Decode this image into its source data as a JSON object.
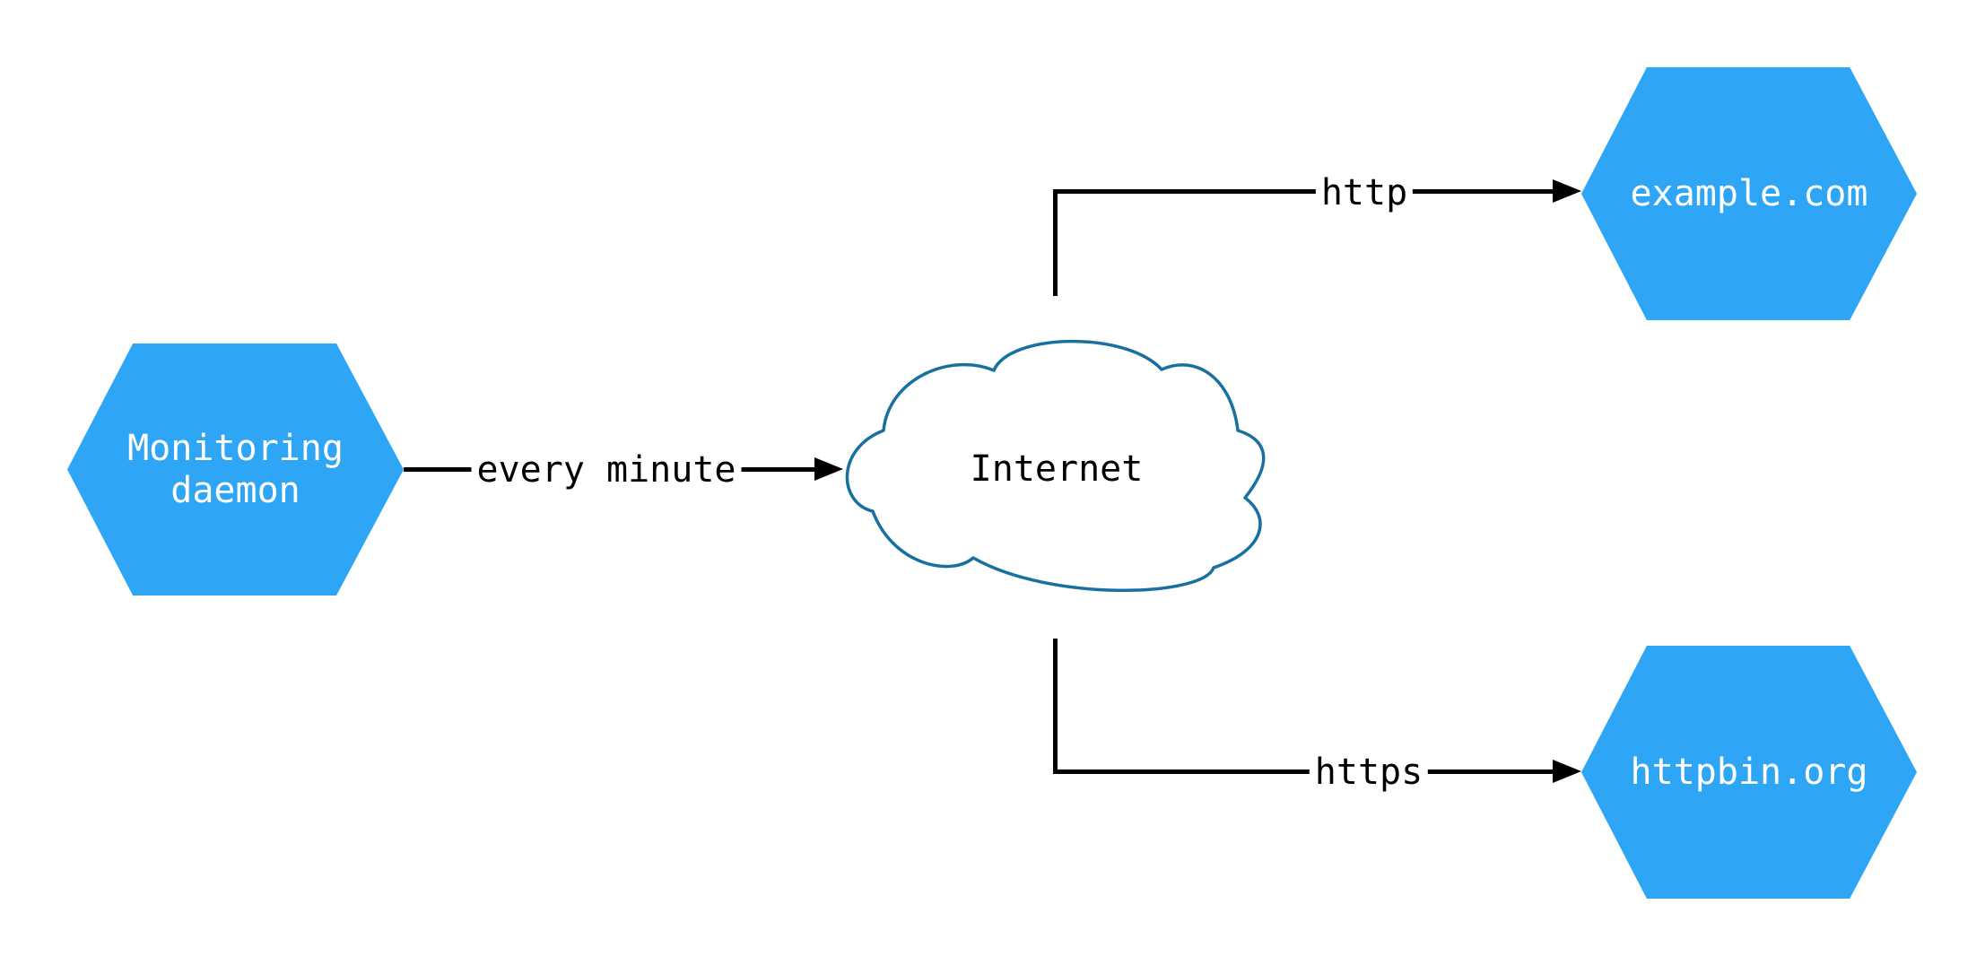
{
  "diagram": {
    "type": "network-flow-diagram",
    "colors": {
      "background": "#FFFFFF",
      "node_fill": "#2FA5F5",
      "node_text": "#FFFFFF",
      "cloud_stroke": "#17709F",
      "edge_color": "#000000",
      "edge_label_text": "#000000"
    },
    "nodes": {
      "monitoring": {
        "label": "Monitoring\ndaemon",
        "shape": "hexagon"
      },
      "internet": {
        "label": "Internet",
        "shape": "cloud"
      },
      "example": {
        "label": "example.com",
        "shape": "hexagon"
      },
      "httpbin": {
        "label": "httpbin.org",
        "shape": "hexagon"
      }
    },
    "edges": [
      {
        "from": "Monitoring daemon",
        "to": "Internet",
        "label": "every minute"
      },
      {
        "from": "Internet",
        "to": "example.com",
        "label": "http"
      },
      {
        "from": "Internet",
        "to": "httpbin.org",
        "label": "https"
      }
    ]
  }
}
